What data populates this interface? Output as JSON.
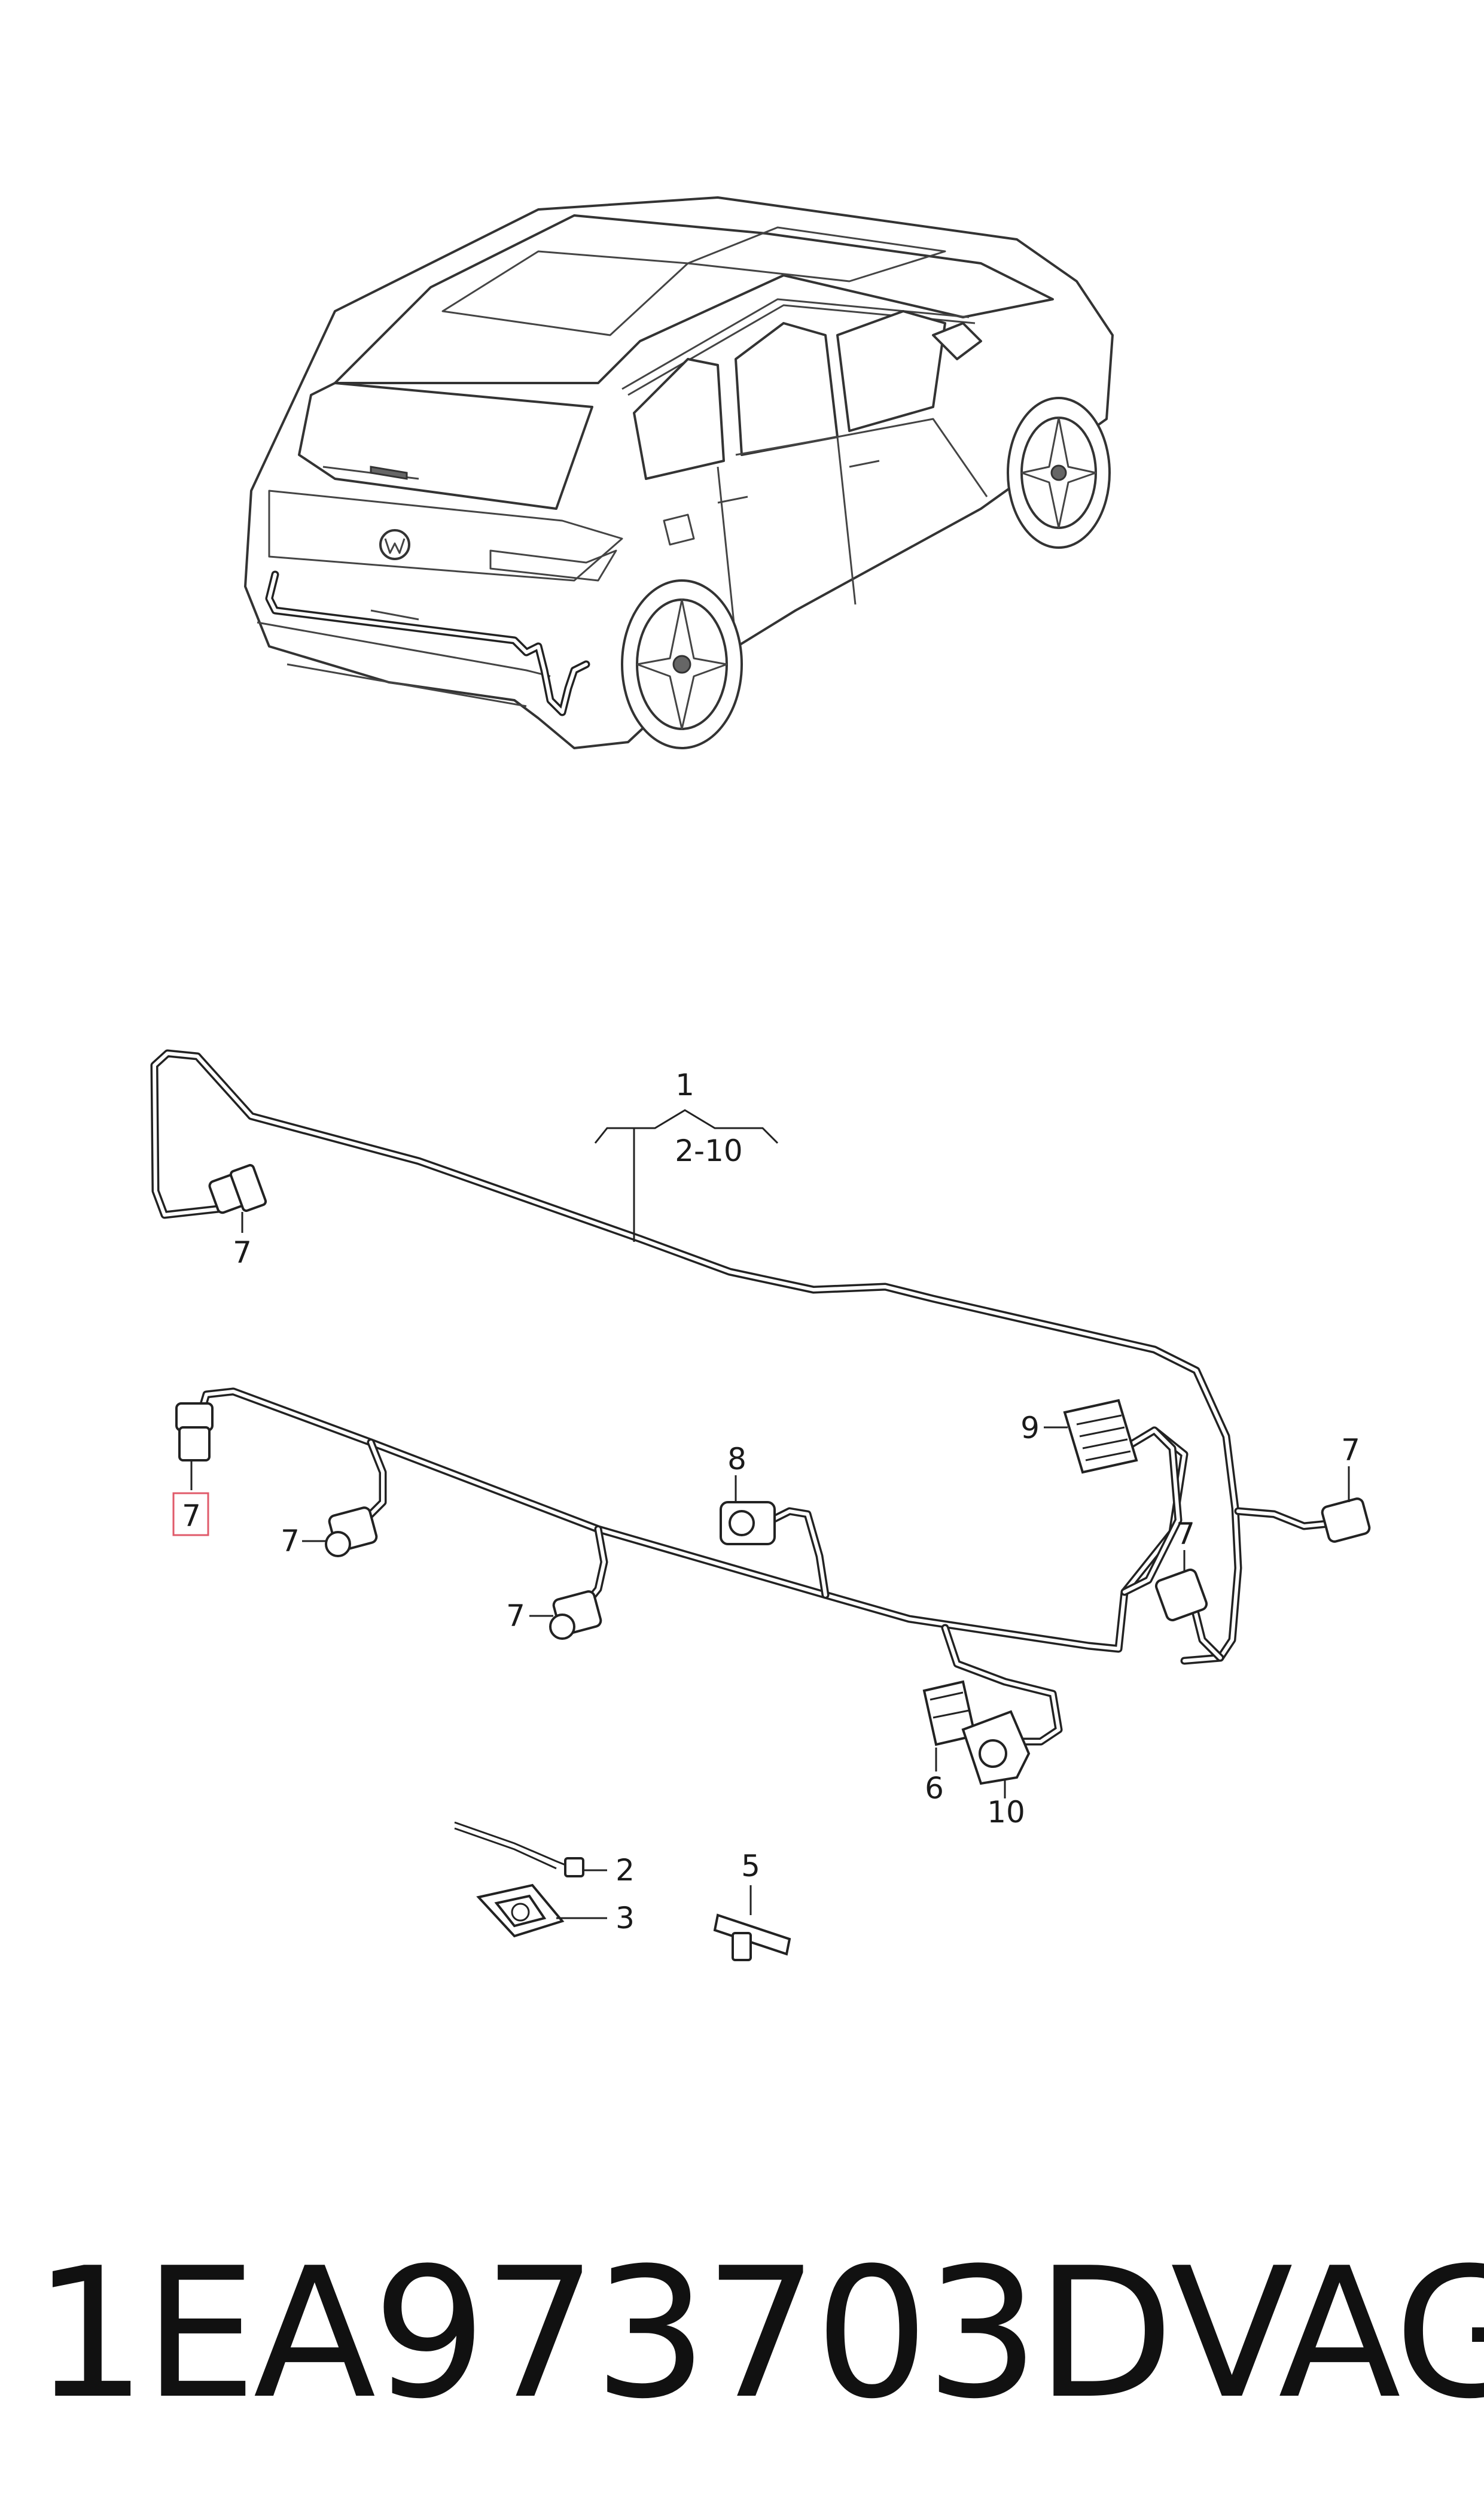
{
  "diagram": {
    "assembly": {
      "number": "1",
      "range": "2-10"
    },
    "callouts": [
      {
        "id": "c7-top-left",
        "text": "7"
      },
      {
        "id": "c7-left-highlight",
        "text": "7",
        "highlighted": true
      },
      {
        "id": "c7-mid-left",
        "text": "7"
      },
      {
        "id": "c7-mid",
        "text": "7"
      },
      {
        "id": "c8",
        "text": "8"
      },
      {
        "id": "c9",
        "text": "9"
      },
      {
        "id": "c7-right-inner",
        "text": "7"
      },
      {
        "id": "c7-right-outer",
        "text": "7"
      },
      {
        "id": "c6",
        "text": "6"
      },
      {
        "id": "c10",
        "text": "10"
      },
      {
        "id": "c2",
        "text": "2"
      },
      {
        "id": "c3",
        "text": "3"
      },
      {
        "id": "c5",
        "text": "5"
      }
    ],
    "highlight_color": "#e05a6a"
  },
  "footer": {
    "part_number": "1EA973703D",
    "brand": "VAG"
  }
}
